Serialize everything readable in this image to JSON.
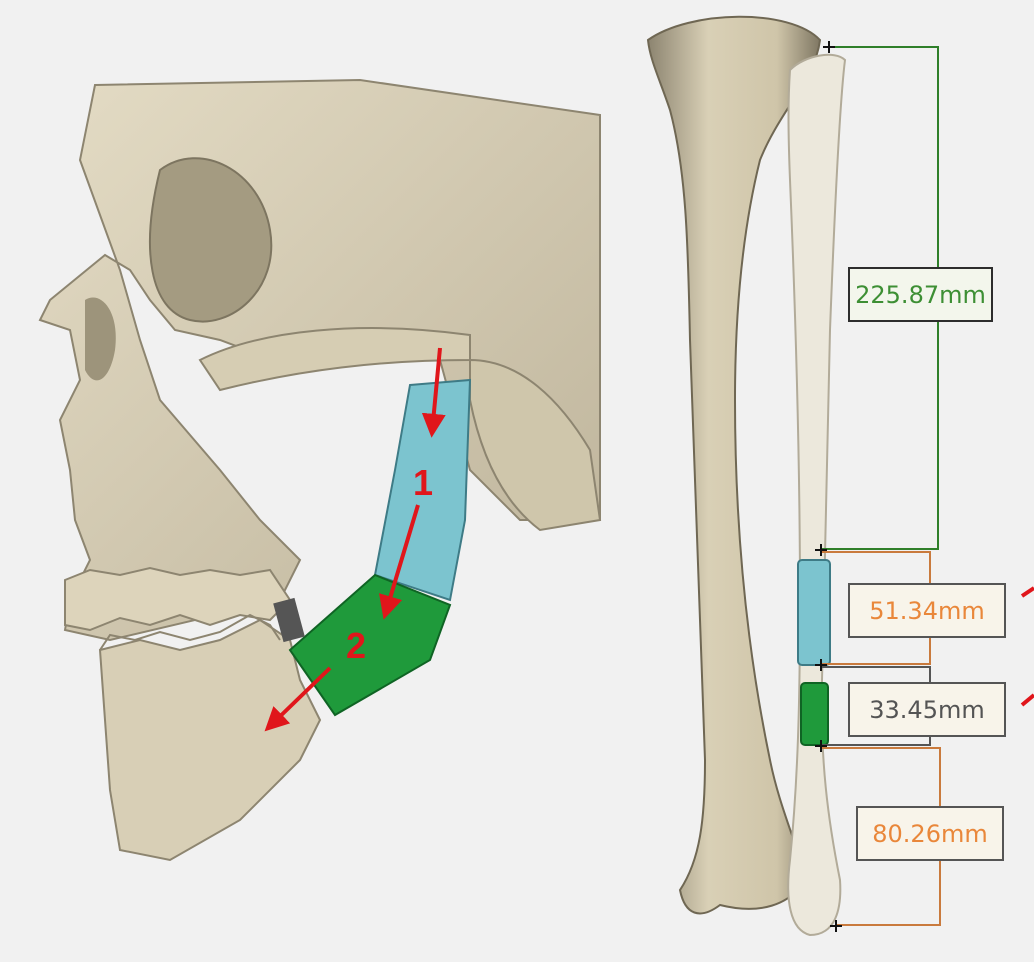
{
  "colors": {
    "bone": "#d8cfb6",
    "bone_shadow": "#a89f86",
    "fibula_pale": "#ece8dc",
    "segment_cyan": "#7cc4cf",
    "segment_green": "#1f9a3b",
    "arrow_red": "#e0161b",
    "dim_green": "#3d8f34",
    "dim_orange": "#e9873a",
    "dim_gray": "#545454"
  },
  "jaw": {
    "segment_1_label": "1",
    "segment_2_label": "2"
  },
  "fibula": {
    "measurements": [
      {
        "label": "225.87mm",
        "color": "green"
      },
      {
        "label": "51.34mm",
        "color": "orange"
      },
      {
        "label": "33.45mm",
        "color": "gray"
      },
      {
        "label": "80.26mm",
        "color": "orange"
      }
    ]
  }
}
